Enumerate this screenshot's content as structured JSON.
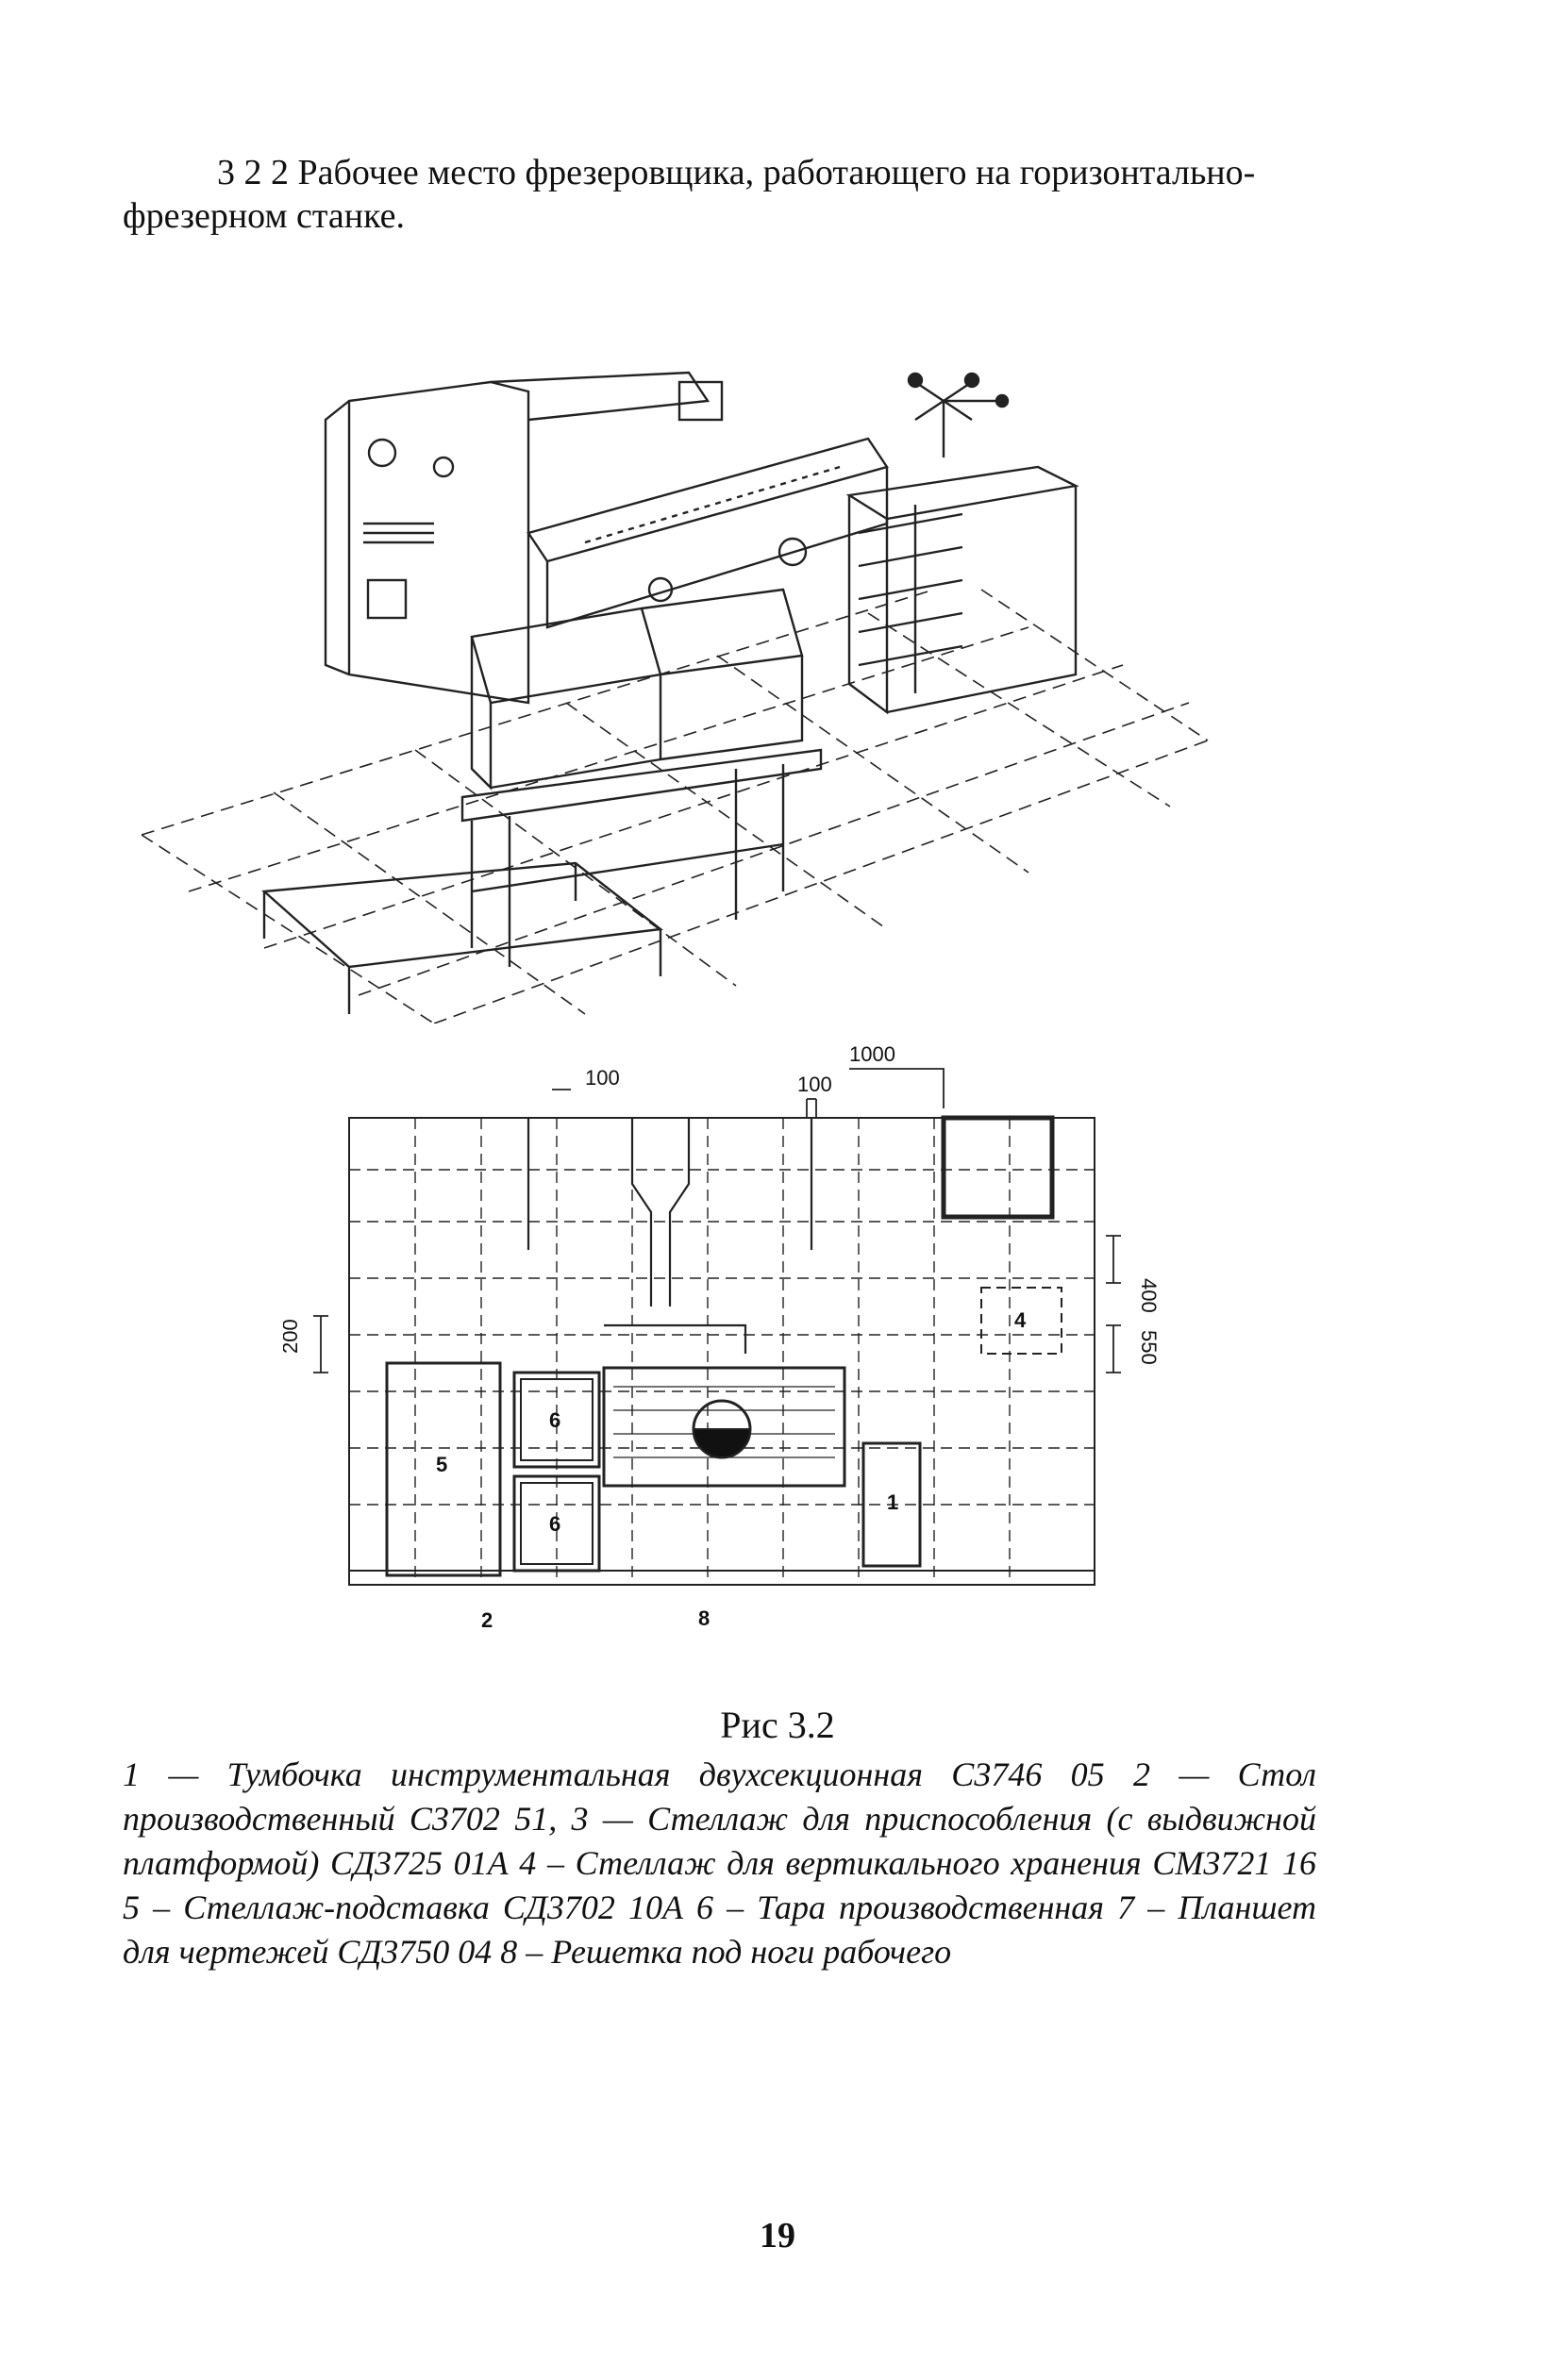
{
  "section": {
    "heading_line1": "3 2 2 Рабочее место фрезеровщика, работающего на горизонтально-",
    "heading_line2": "фрезерном станке."
  },
  "plan_dimensions": {
    "dim_1000": "1000",
    "dim_100_left": "100",
    "dim_100_right": "100",
    "dim_200": "200",
    "dim_400": "400",
    "dim_550": "550"
  },
  "plan_labels": {
    "item_1": "1",
    "item_4": "4",
    "item_5": "5",
    "item_6_top": "6",
    "item_6_bottom": "6",
    "item_2": "2",
    "item_8": "8"
  },
  "figure": {
    "caption": "Рис 3.2",
    "legend": "1 — Тумбочка инструментальная двухсекционная С3746 05 2 — Стол производственный С3702 51, 3 — Стеллаж для приспособления (с выдвижной платформой) СД3725 01А 4 – Стеллаж для вертикального хранения СМ3721 16 5 – Стеллаж-подставка СД3702 10А 6 – Тара производственная 7 – Планшет для чертежей СД3750 04 8 – Решетка под ноги рабочего"
  },
  "page": {
    "number": "19"
  }
}
